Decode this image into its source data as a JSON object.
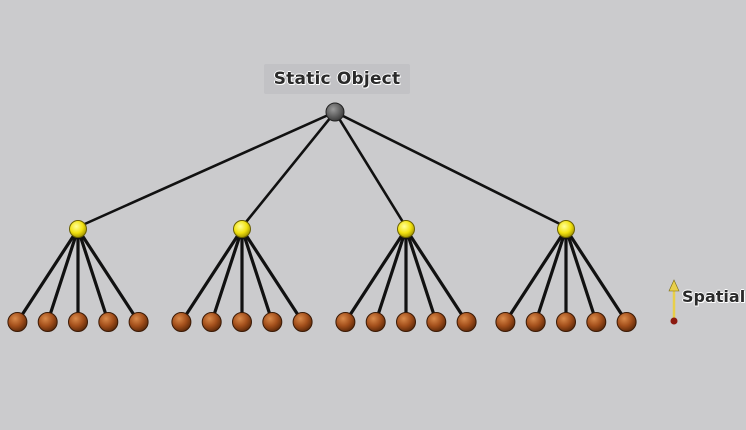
{
  "root": {
    "label": "Static Object",
    "color": "#5a5a5a"
  },
  "groups": [
    {
      "leaves": 5
    },
    {
      "leaves": 5
    },
    {
      "leaves": 5
    },
    {
      "leaves": 5
    }
  ],
  "legend": {
    "label": "Spatial",
    "arrow_color": "#e8cf4a",
    "base_color": "#8c1a10"
  },
  "colors": {
    "background": "#cbcbcd",
    "edge": "#111111",
    "mid_node": "#f2e20f",
    "leaf_node": "#a4501c"
  }
}
